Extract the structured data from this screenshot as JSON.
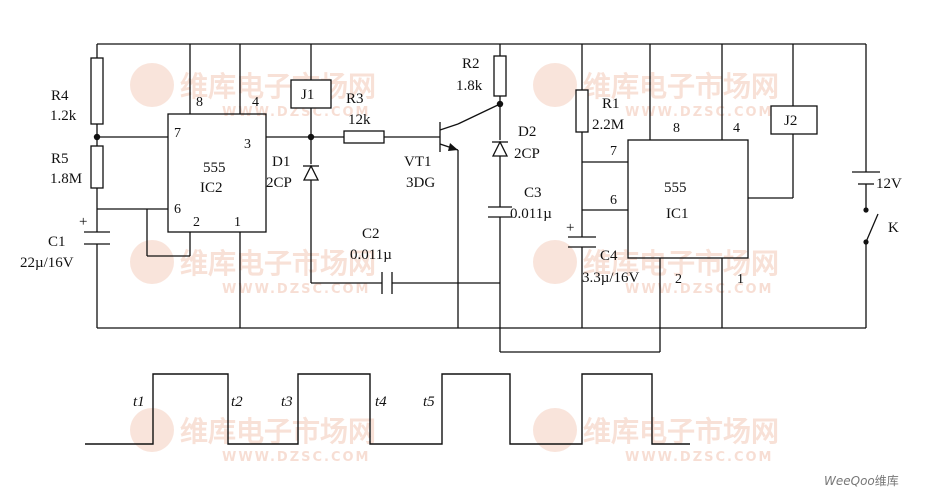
{
  "components": {
    "R4": {
      "name": "R4",
      "value": "1.2k"
    },
    "R5": {
      "name": "R5",
      "value": "1.8M"
    },
    "C1": {
      "name": "C1",
      "value": "22µ/16V",
      "polarity": "+"
    },
    "IC2": {
      "type": "555",
      "name": "IC2",
      "pins": [
        "8",
        "4",
        "7",
        "3",
        "6",
        "2",
        "1"
      ]
    },
    "J1": {
      "name": "J1"
    },
    "R3": {
      "name": "R3",
      "value": "12k"
    },
    "D1": {
      "name": "D1",
      "value": "2CP"
    },
    "VT1": {
      "name": "VT1",
      "value": "3DG"
    },
    "C2": {
      "name": "C2",
      "value": "0.011µ"
    },
    "R2": {
      "name": "R2",
      "value": "1.8k"
    },
    "D2": {
      "name": "D2",
      "value": "2CP"
    },
    "C3": {
      "name": "C3",
      "value": "0.011µ"
    },
    "R1": {
      "name": "R1",
      "value": "2.2M"
    },
    "C4": {
      "name": "C4",
      "value": "3.3µ/16V",
      "polarity": "+"
    },
    "IC1": {
      "type": "555",
      "name": "IC1",
      "pins": [
        "8",
        "4",
        "7",
        "6",
        "2",
        "1"
      ]
    },
    "J2": {
      "name": "J2"
    },
    "battery": {
      "value": "12V"
    },
    "switch": {
      "name": "K"
    }
  },
  "waveform": {
    "labels": [
      "t1",
      "t2",
      "t3",
      "t4",
      "t5"
    ],
    "levels": [
      0,
      1,
      0,
      1,
      0,
      1,
      0,
      1,
      0
    ]
  },
  "watermark": {
    "brand": "维库电子市场网",
    "url": "WWW.DZSC.COM"
  },
  "footer": {
    "logo": "WeeQoo",
    "logo_cn": "维库"
  }
}
